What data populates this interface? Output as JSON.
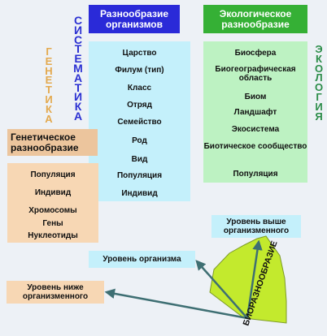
{
  "blocks": {
    "organisms": {
      "title": "Разнообразие организмов",
      "items": [
        "Царство",
        "Филум (тип)",
        "Класс",
        "Отряд",
        "Семейство",
        "Род",
        "Вид",
        "Популяция",
        "Индивид"
      ]
    },
    "ecological": {
      "title": "Экологическое разнообразие",
      "items": [
        "Биосфера",
        "Биогеографическая область",
        "Биом",
        "Ландшафт",
        "Экосистема",
        "Биотическое сообщество",
        "Популяция"
      ]
    },
    "genetic": {
      "title": "Генетическое разнообразие",
      "items": [
        "Популяция",
        "Индивид",
        "Хромосомы",
        "Гены",
        "Нуклеотиды"
      ]
    }
  },
  "vertical_labels": {
    "genetics": "ГЕНЕТИКА",
    "systematics": "СИСТЕМАТИКА",
    "ecology": "ЭКОЛОГИЯ"
  },
  "levels": {
    "above": "Уровень выше организменного",
    "organism": "Уровень организма",
    "below": "Уровень ниже организменного"
  },
  "biodiversity_label": "БИОРАЗНООБРАЗИЕ",
  "colors": {
    "organisms_header": "#2a2ad8",
    "ecological_header": "#35b035",
    "genetic_header": "#ecc59d",
    "light_blue": "#c4f0fb",
    "light_green": "#bdf2c2",
    "light_peach": "#f7d7b4",
    "wedge": "#c3ea2d",
    "genetics_text": "#e3a94e",
    "systematics_text": "#2c31d2",
    "ecology_text": "#2c8d49",
    "arrow": "#3e6f73"
  }
}
